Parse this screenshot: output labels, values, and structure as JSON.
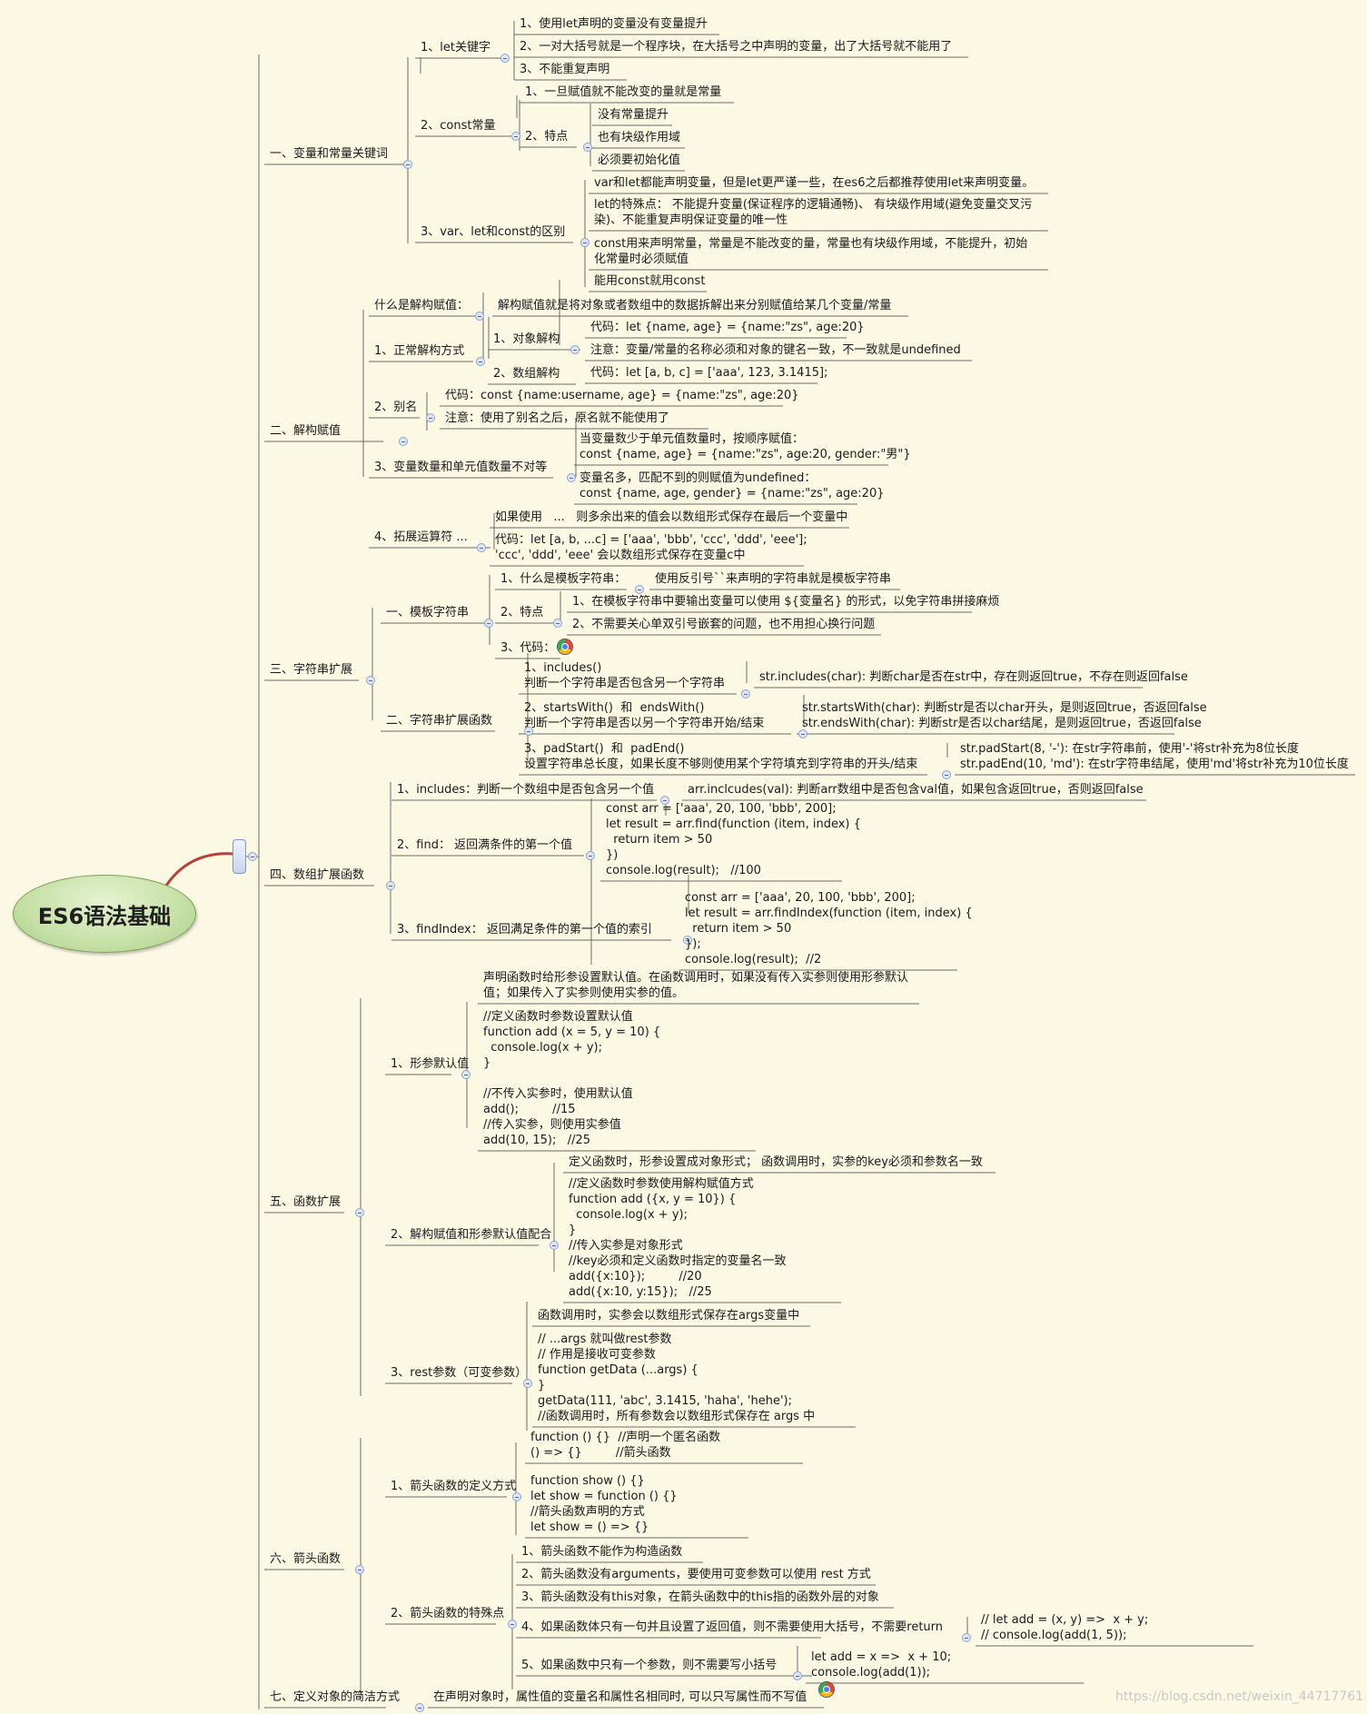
{
  "root_title": "ES6语法基础",
  "watermark": "https://blog.csdn.net/weixin_44717761",
  "nodes": [
    "一、变量和常量关键词",
    "1、let关键字",
    "1、使用let声明的变量没有变量提升",
    "2、一对大括号就是一个程序块，在大括号之中声明的变量，出了大括号就不能用了",
    "3、不能重复声明",
    "2、const常量",
    "1、一旦赋值就不能改变的量就是常量",
    "2、特点",
    "没有常量提升",
    "也有块级作用域",
    "必须要初始化值",
    "3、var、let和const的区别",
    "var和let都能声明变量，但是let更严谨一些，在es6之后都推荐使用let来声明变量。",
    "let的特殊点： 不能提升变量(保证程序的逻辑通畅)、 有块级作用域(避免变量交叉污\n染)、不能重复声明保证变量的唯一性",
    "const用来声明常量，常量是不能改变的量，常量也有块级作用域，不能提升，初始\n化常量时必须赋值",
    "能用const就用const",
    "二、解构赋值",
    "什么是解构赋值：",
    "解构赋值就是将对象或者数组中的数据拆解出来分别赋值给某几个变量/常量",
    "1、正常解构方式",
    "1、对象解构",
    "代码：let {name, age} = {name:\"zs\", age:20}",
    "注意：变量/常量的名称必须和对象的键名一致，不一致就是undefined",
    "2、数组解构",
    "代码：let [a, b, c] = ['aaa', 123, 3.1415];",
    "2、别名",
    "代码：const {name:username, age} = {name:\"zs\", age:20}",
    "注意：使用了别名之后，原名就不能使用了",
    "3、变量数量和单元值数量不对等",
    "当变量数少于单元值数量时，按顺序赋值：\nconst {name, age} = {name:\"zs\", age:20, gender:\"男\"}",
    "变量名多，匹配不到的则赋值为undefined：\nconst {name, age, gender} = {name:\"zs\", age:20}",
    "4、拓展运算符 ...",
    "如果使用   ...   则多余出来的值会以数组形式保存在最后一个变量中",
    "代码：let [a, b, ...c] = ['aaa', 'bbb', 'ccc', 'ddd', 'eee'];\n'ccc', 'ddd', 'eee' 会以数组形式保存在变量c中",
    "三、字符串扩展",
    "一、模板字符串",
    "1、什么是模板字符串：",
    "使用反引号``来声明的字符串就是模板字符串",
    "2、特点",
    "1、在模板字符串中要输出变量可以使用 ${变量名} 的形式，以免字符串拼接麻烦",
    "2、不需要关心单双引号嵌套的问题，也不用担心换行问题",
    "3、代码：",
    "二、字符串扩展函数",
    "1、includes()\n判断一个字符串是否包含另一个字符串",
    "str.includes(char): 判断char是否在str中，存在则返回true，不存在则返回false",
    "2、startsWith()  和  endsWith()\n判断一个字符串是否以另一个字符串开始/结束",
    "str.startsWith(char): 判断str是否以char开头，是则返回true，否返回false\nstr.endsWith(char): 判断str是否以char结尾，是则返回true，否返回false",
    "3、padStart()  和  padEnd()\n设置字符串总长度，如果长度不够则使用某个字符填充到字符串的开头/结束",
    "str.padStart(8, '-'): 在str字符串前，使用'-'将str补充为8位长度\nstr.padEnd(10, 'md'): 在str字符串结尾，使用'md'将str补充为10位长度",
    "四、数组扩展函数",
    "1、includes：判断一个数组中是否包含另一个值",
    "arr.inclcudes(val): 判断arr数组中是否包含val值，如果包含返回true，否则返回false",
    "2、find： 返回满条件的第一个值",
    "const arr = ['aaa', 20, 100, 'bbb', 200];\nlet result = arr.find(function (item, index) {\n  return item > 50\n})\nconsole.log(result);   //100",
    "3、findIndex： 返回满足条件的第一个值的索引",
    "const arr = ['aaa', 20, 100, 'bbb', 200];\nlet result = arr.findIndex(function (item, index) {\n  return item > 50\n});\nconsole.log(result);  //2",
    "五、函数扩展",
    "1、形参默认值",
    "声明函数时给形参设置默认值。在函数调用时，如果没有传入实参则使用形参默认\n值；如果传入了实参则使用实参的值。",
    "//定义函数时参数设置默认值\nfunction add (x = 5, y = 10) {\n  console.log(x + y);\n}\n\n//不传入实参时，使用默认值\nadd();         //15\n//传入实参，则使用实参值\nadd(10, 15);   //25",
    "2、解构赋值和形参默认值配合",
    "定义函数时，形参设置成对象形式； 函数调用时，实参的key必须和参数名一致",
    "//定义函数时参数使用解构赋值方式\nfunction add ({x, y = 10}) {\n  console.log(x + y);\n}\n//传入实参是对象形式\n//key必须和定义函数时指定的变量名一致\nadd({x:10});         //20\nadd({x:10, y:15});   //25",
    "3、rest参数（可变参数）",
    "函数调用时，实参会以数组形式保存在args变量中",
    "// ...args 就叫做rest参数\n// 作用是接收可变参数\nfunction getData (...args) {\n}\ngetData(111, 'abc', 3.1415, 'haha', 'hehe');\n//函数调用时，所有参数会以数组形式保存在 args 中",
    "六、箭头函数",
    "1、箭头函数的定义方式",
    "function () {}  //声明一个匿名函数\n() => {}         //箭头函数",
    "function show () {}\nlet show = function () {}\n//箭头函数声明的方式\nlet show = () => {}",
    "2、箭头函数的特殊点",
    "1、箭头函数不能作为构造函数",
    "2、箭头函数没有arguments，要使用可变参数可以使用 rest 方式",
    "3、箭头函数没有this对象，在箭头函数中的this指的函数外层的对象",
    "4、如果函数体只有一句并且设置了返回值，则不需要使用大括号，不需要return",
    "// let add = (x, y) =>  x + y;\n// console.log(add(1, 5));",
    "5、如果函数中只有一个参数，则不需要写小括号",
    "let add = x =>  x + 10;\nconsole.log(add(1));",
    "七、定义对象的简洁方式",
    "在声明对象时，属性值的变量名和属性名相同时, 可以只写属性而不写值"
  ],
  "icons": [
    "code-image-icon",
    "code-image-icon"
  ],
  "colors": {
    "background": "#fbf8e3",
    "line": "#6b6b6b",
    "root_fill": "#c6e0a6",
    "root_connector": "#b5423a",
    "collapse_button": "#dfe6f5"
  }
}
